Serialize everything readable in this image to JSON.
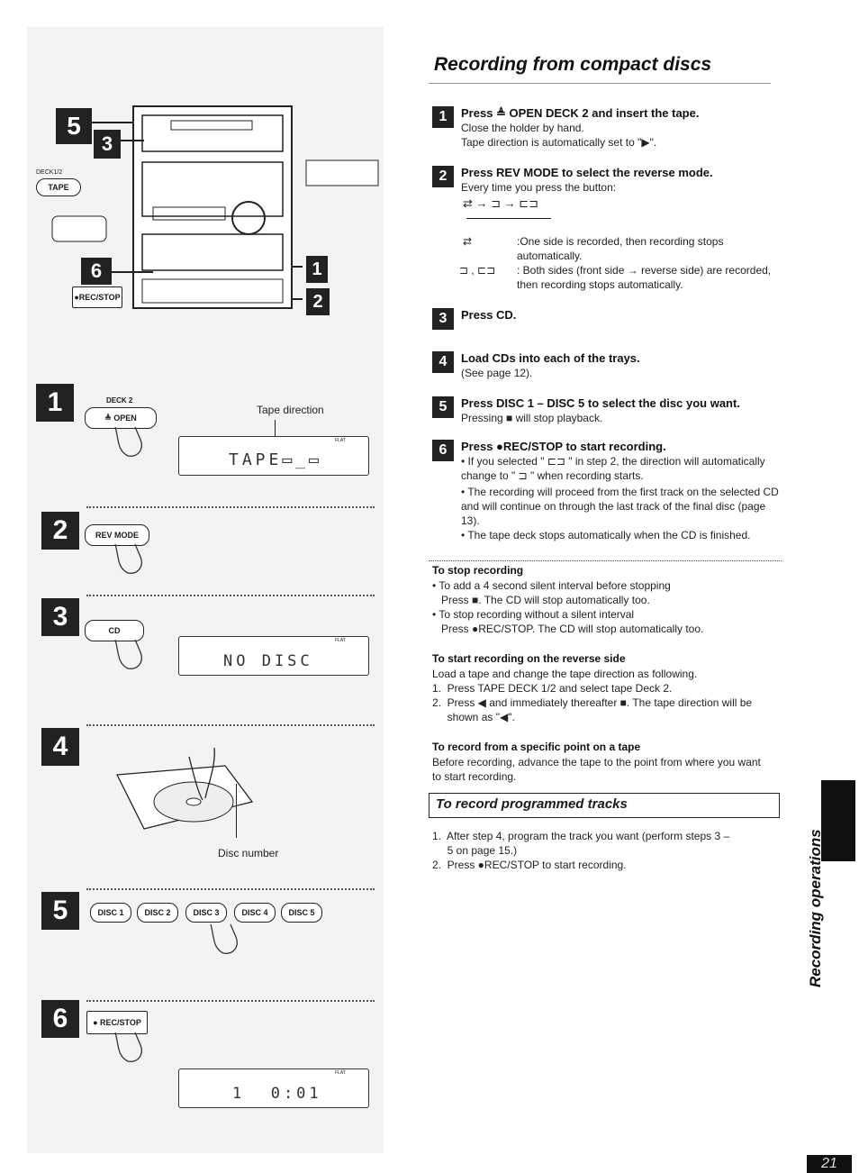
{
  "page": {
    "title": "Recording from compact discs",
    "side_label": "Recording operations",
    "page_number": "21"
  },
  "illustration": {
    "callouts": [
      "5",
      "3",
      "1",
      "6",
      "2"
    ],
    "deck_label": "DECK1/2",
    "tape_button": "TAPE",
    "rec_stop_button": "●REC/STOP",
    "left_steps": [
      {
        "number": "1",
        "button": "≜ OPEN",
        "button_top_label": "DECK 2",
        "caption": "Tape direction",
        "display": "TAPE▭_▭"
      },
      {
        "number": "2",
        "button": "REV MODE"
      },
      {
        "number": "3",
        "button": "CD",
        "display": "NO DISC"
      },
      {
        "number": "4",
        "caption": "Disc number"
      },
      {
        "number": "5",
        "buttons": [
          "DISC 1",
          "DISC 2",
          "DISC 3",
          "DISC 4",
          "DISC 5"
        ]
      },
      {
        "number": "6",
        "button": "● REC/STOP",
        "display": "1  0:01"
      }
    ],
    "flat_label": "FLAT"
  },
  "steps": [
    {
      "number": "1",
      "heading": "Press ≜ OPEN DECK 2 and insert the tape.",
      "lines": [
        "Close the holder by hand.",
        "Tape direction is automatically set to \"▶\"."
      ]
    },
    {
      "number": "2",
      "heading": "Press REV MODE to select the reverse mode.",
      "lines": [
        "Every time you press the button:"
      ],
      "mode_seq": "⇄ → ⊐ → ⊏⊐",
      "modes": [
        {
          "symbol": "⇄",
          "text": ":One side is recorded, then recording stops automatically."
        },
        {
          "symbol": "⊐ , ⊏⊐",
          "text": ": Both sides (front side → reverse side) are recorded, then recording stops automatically."
        }
      ]
    },
    {
      "number": "3",
      "heading": "Press CD.",
      "lines": []
    },
    {
      "number": "4",
      "heading": "Load CDs into each of the trays.",
      "lines": [
        "(See page 12)."
      ]
    },
    {
      "number": "5",
      "heading": "Press DISC 1 – DISC 5 to select the disc you want.",
      "lines": [
        "Pressing ■ will stop playback."
      ]
    },
    {
      "number": "6",
      "heading": "Press ●REC/STOP to start recording.",
      "lines": [
        "• If you selected \" ⊏⊐ \" in step 2, the direction will automatically change to \" ⊐ \" when recording starts.",
        "• The recording will proceed from the first track on the selected CD and will continue on through the last track of the final disc (page 13).",
        "• The tape deck stops automatically when the CD is finished."
      ]
    }
  ],
  "sections": [
    {
      "heading": "To stop recording",
      "lines": [
        "• To add a 4 second silent interval before stopping",
        "   Press ■. The CD will stop automatically too.",
        "• To stop recording without a silent interval",
        "   Press ●REC/STOP. The CD will stop automatically too."
      ]
    },
    {
      "heading": "To start recording on the reverse side",
      "lines": [
        "Load a tape and change the tape direction as following.",
        "1.  Press TAPE DECK 1/2 and select tape Deck 2.",
        "2.  Press ◀ and immediately thereafter ■. The tape direction will be",
        "     shown as \"◀\"."
      ]
    },
    {
      "heading": "To record from a specific point on a tape",
      "lines": [
        "Before recording, advance the tape to the point from where you want",
        "to start recording."
      ]
    }
  ],
  "programmed": {
    "heading": "To record programmed tracks",
    "lines": [
      "1.  After step 4, program the track you want (perform steps 3 –",
      "     5 on page 15.)",
      "2.  Press ●REC/STOP to start recording."
    ]
  }
}
